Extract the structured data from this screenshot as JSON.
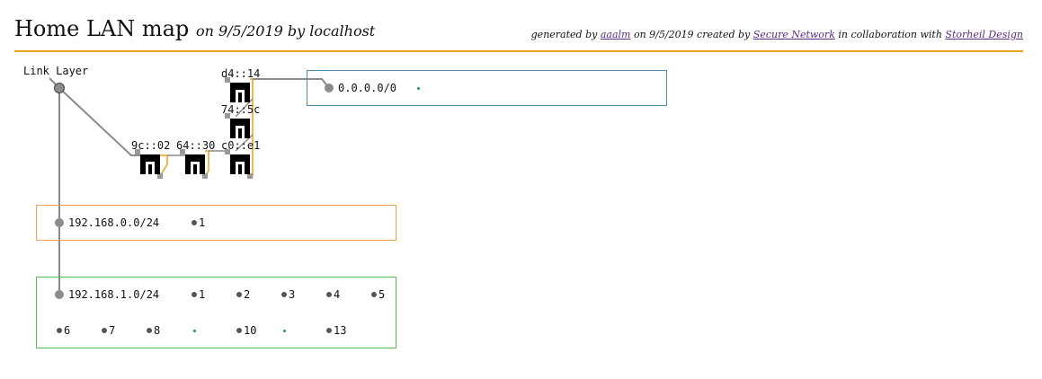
{
  "header": {
    "title": "Home LAN map",
    "subtitle": "on 9/5/2019 by localhost",
    "credits": {
      "generated_by_prefix": "generated by",
      "generated_by_link": "aaalm",
      "created_by_mid": "on 9/5/2019 created by",
      "created_by_link": "Secure Network",
      "collab_mid": "in collaboration with",
      "collab_link": "Storheil Design"
    }
  },
  "diagram": {
    "root_label": "Link Layer",
    "switches": [
      {
        "label": "d4::14"
      },
      {
        "label": "74::5c"
      },
      {
        "label": "9c::02"
      },
      {
        "label": "64::30"
      },
      {
        "label": "c0::e1"
      }
    ],
    "networks": [
      {
        "cidr": "0.0.0.0/0",
        "color": "#4a8db0",
        "hosts": [
          ""
        ]
      },
      {
        "cidr": "192.168.0.0/24",
        "color": "#f0a050",
        "hosts": [
          "1"
        ]
      },
      {
        "cidr": "192.168.1.0/24",
        "color": "#5cb85c",
        "hosts": [
          "1",
          "2",
          "3",
          "4",
          "5",
          "6",
          "7",
          "8",
          "",
          "10",
          "",
          "13"
        ]
      }
    ],
    "colors": {
      "link": "#8a8a8a",
      "switch_link": "#e8a21a",
      "header_rule": "#e8a21a"
    }
  }
}
